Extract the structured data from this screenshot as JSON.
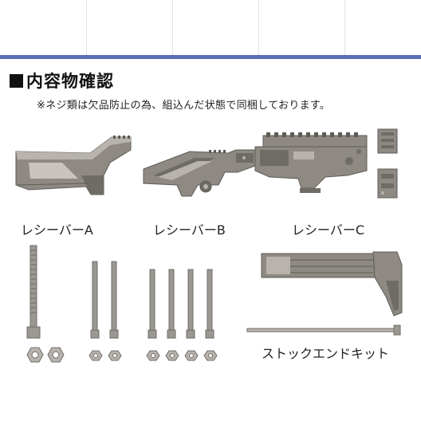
{
  "heading": "内容物確認",
  "note": "※ネジ類は欠品防止の為、組込んだ状態で同梱しております。",
  "labels": {
    "receiver_a": "レシーバーA",
    "receiver_b": "レシーバーB",
    "receiver_c": "レシーバーC",
    "stock_end_kit": "ストックエンドキット"
  },
  "colors": {
    "accent_bar": "#5b6fb8",
    "part_dark": "#6f6c66",
    "part_mid": "#8e8a83",
    "part_light": "#b8b4ad",
    "screw": "#9b9893"
  }
}
